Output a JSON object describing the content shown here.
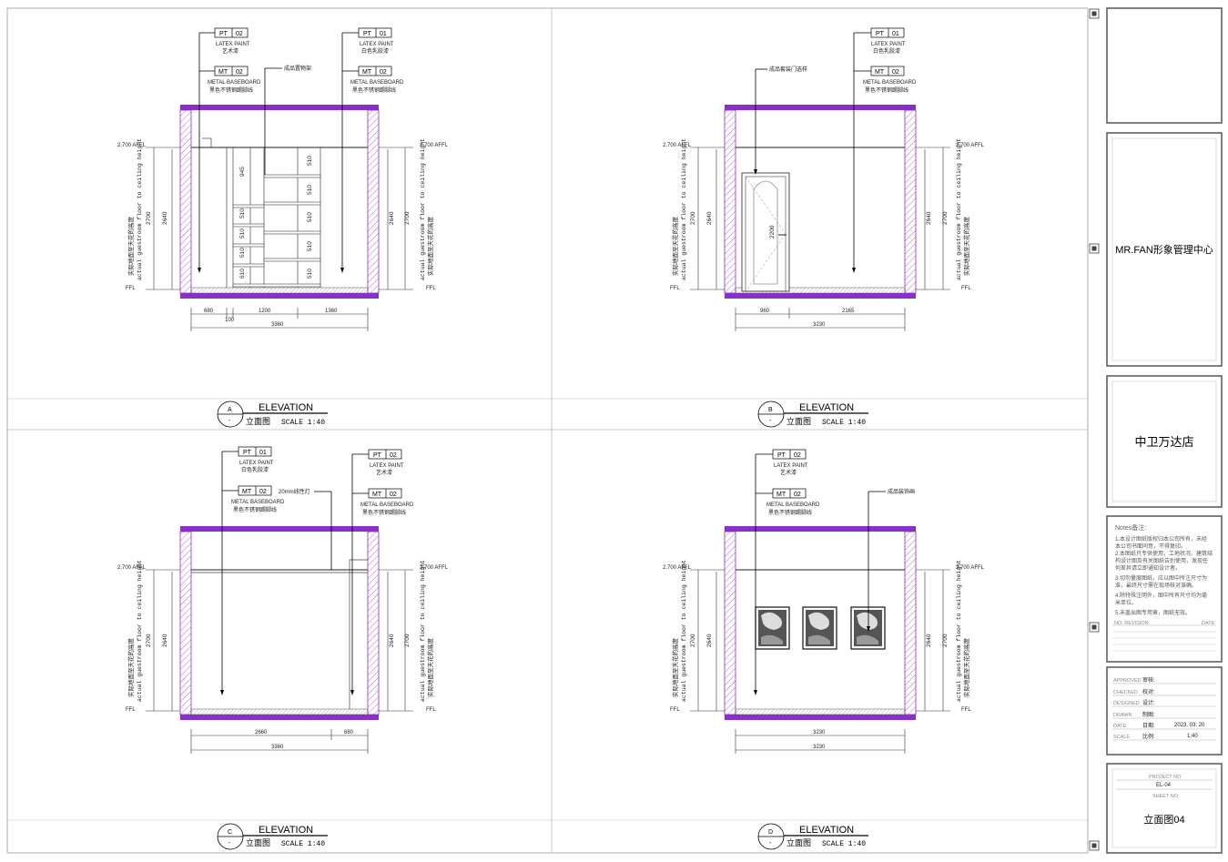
{
  "panels": [
    {
      "id": "A",
      "ref_letter": "A",
      "ref_sub": "-",
      "title": "ELEVATION",
      "subtitle": "立面图",
      "scale": "SCALE 1:40",
      "callouts": [
        {
          "code": "PT",
          "num": "02",
          "en": "LATEX PAINT",
          "cn": "艺术漆"
        },
        {
          "code": "MT",
          "num": "02",
          "en": "METAL BASEBOARD",
          "cn": "黑色不锈钢踢脚线"
        },
        {
          "code": "PT",
          "num": "01",
          "en": "LATEX PAINT",
          "cn": "白色乳胶漆"
        },
        {
          "code": "MT",
          "num": "02",
          "en": "METAL BASEBOARD",
          "cn": "黑色不锈钢踢脚线"
        }
      ],
      "extra_label": "成品置物架",
      "afl_left": "2.700 AFFL",
      "afl_right": "2.700 AFFL",
      "ffl": "FFL",
      "height_outer": "2700",
      "height_inner": "2640",
      "vert_text_cn": "实际地面至天花的高度",
      "vert_text_en": "actual guestroom floor to ceiling height",
      "shelf_dims": [
        "945",
        "510",
        "510",
        "510",
        "610"
      ],
      "shelf_dims_right": [
        "510",
        "510",
        "510",
        "510",
        "510"
      ],
      "dims_bottom": [
        "680",
        "1200",
        "1360"
      ],
      "dim_small": "100",
      "dim_total": "3360"
    },
    {
      "id": "B",
      "ref_letter": "B",
      "ref_sub": "-",
      "title": "ELEVATION",
      "subtitle": "立面图",
      "scale": "SCALE 1:40",
      "callouts": [
        {
          "code": "PT",
          "num": "01",
          "en": "LATEX PAINT",
          "cn": "白色乳胶漆"
        },
        {
          "code": "MT",
          "num": "02",
          "en": "METAL BASEBOARD",
          "cn": "黑色不锈钢踢脚线"
        }
      ],
      "extra_label": "成品套装门选样",
      "afl_left": "2.700 AFFL",
      "afl_right": "2.700 AFFL",
      "ffl": "FFL",
      "height_outer": "2700",
      "height_inner": "2640",
      "door_height": "2200",
      "vert_text_cn": "实际地面至天花的高度",
      "vert_text_en": "actual guestroom floor to ceiling height",
      "dims_bottom": [
        "960",
        "2165"
      ],
      "dim_total": "3230"
    },
    {
      "id": "C",
      "ref_letter": "C",
      "ref_sub": "-",
      "title": "ELEVATION",
      "subtitle": "立面图",
      "scale": "SCALE 1:40",
      "callouts": [
        {
          "code": "PT",
          "num": "01",
          "en": "LATEX PAINT",
          "cn": "白色乳胶漆"
        },
        {
          "code": "MT",
          "num": "02",
          "en": "METAL BASEBOARD",
          "cn": "黑色不锈钢踢脚线"
        },
        {
          "code": "PT",
          "num": "02",
          "en": "LATEX PAINT",
          "cn": "艺术漆"
        },
        {
          "code": "MT",
          "num": "02",
          "en": "METAL BASEBOARD",
          "cn": "黑色不锈钢踢脚线"
        }
      ],
      "extra_label": "20mm线性灯",
      "afl_left": "2.700 AFFL",
      "afl_right": "2.700 AFFL",
      "ffl": "FFL",
      "height_outer": "2700",
      "height_inner": "2640",
      "vert_text_cn": "实际地面至天花的高度",
      "vert_text_en": "actual guestroom floor to ceiling height",
      "dims_bottom": [
        "2660",
        "680"
      ],
      "dim_total": "3360"
    },
    {
      "id": "D",
      "ref_letter": "D",
      "ref_sub": "-",
      "title": "ELEVATION",
      "subtitle": "立面图",
      "scale": "SCALE 1:40",
      "callouts": [
        {
          "code": "PT",
          "num": "02",
          "en": "LATEX PAINT",
          "cn": "艺术漆"
        },
        {
          "code": "MT",
          "num": "02",
          "en": "METAL BASEBOARD",
          "cn": "黑色不锈钢踢脚线"
        }
      ],
      "extra_label": "成品装饰画",
      "afl_left": "2.700 AFFL",
      "afl_right": "2.700 AFFL",
      "ffl": "FFL",
      "height_outer": "2700",
      "height_inner": "2640",
      "vert_text_cn": "实际地面至天花的高度",
      "vert_text_en": "actual guestroom floor to ceiling height",
      "dims_bottom": [
        "3230"
      ],
      "dim_total": "3230"
    }
  ],
  "title_block": {
    "client": "MR.FAN形象管理中心",
    "project": "中卫万达店",
    "notes_title": "Notes备注:",
    "notes": [
      "1.本设计图纸版权归本公司所有，未经",
      "本公司书面同意，不得复印。",
      "2.本图纸只专供使用，工地状况、建筑结",
      "构设计图及有关图纸告别使用，发现任",
      "何差异请立即通知设计者。",
      "3.切勿量度图纸，应以图中所注尺寸为",
      "准，最终尺寸需在现场核对准确。",
      "4.除特殊注明外，图中所有尺寸均为毫",
      "米单位。",
      "5.未盖出图专用章，图纸无效。"
    ],
    "revision_label": "NO. REVISION",
    "revision_date": "DATE",
    "rows": [
      {
        "en": "APPROVED",
        "cn": "审核:",
        "value": ""
      },
      {
        "en": "CHECKED",
        "cn": "校对:",
        "value": ""
      },
      {
        "en": "DESIGNED",
        "cn": "设计:",
        "value": ""
      },
      {
        "en": "DRAWN",
        "cn": "制图:",
        "value": ""
      },
      {
        "en": "DATE",
        "cn": "日期:",
        "value": "2023. 03. 20"
      },
      {
        "en": "SCALE",
        "cn": "比例:",
        "value": "1:40"
      }
    ],
    "project_no_label": "PROJECT NO",
    "project_no": "EL-04",
    "sheet_no_label": "SHEET NO",
    "sheet_title": "立面图04"
  },
  "colors": {
    "wall": "#8b2fc9",
    "line": "#222222",
    "frame": "#555555"
  }
}
